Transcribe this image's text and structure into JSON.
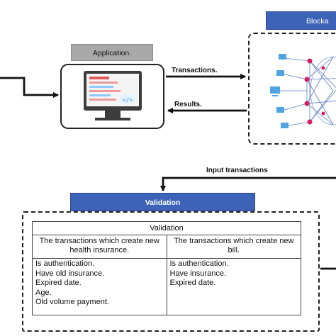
{
  "application": {
    "label": "Application."
  },
  "blockchain": {
    "label": "Blocka"
  },
  "edges": {
    "transactions": "Transactions.",
    "results": "Results.",
    "input_transactions": "Input transactions"
  },
  "validation": {
    "banner": "Validation",
    "table": {
      "title": "Validation",
      "columns": [
        {
          "header": "The transactions which create new health insurance.",
          "items": [
            "Is authentication.",
            "Have old insurance.",
            "Expired date.",
            "Age.",
            "Old volume payment."
          ]
        },
        {
          "header": "The transactions which create new bill.",
          "items": [
            "Is authentication.",
            "Have insurance.",
            "Expired date."
          ]
        }
      ]
    }
  },
  "colors": {
    "banner_blue": "#3d63b8",
    "app_banner_gray": "#a9a9a9",
    "monitor_frame": "#3c3c3c",
    "screen_accent": "#e05a5a",
    "node_pink": "#d81b60",
    "node_blue": "#4fa3e0",
    "mesh_line": "#5a7ec8"
  },
  "icons": [
    "monitor-icon",
    "blockchain-network-icon"
  ]
}
